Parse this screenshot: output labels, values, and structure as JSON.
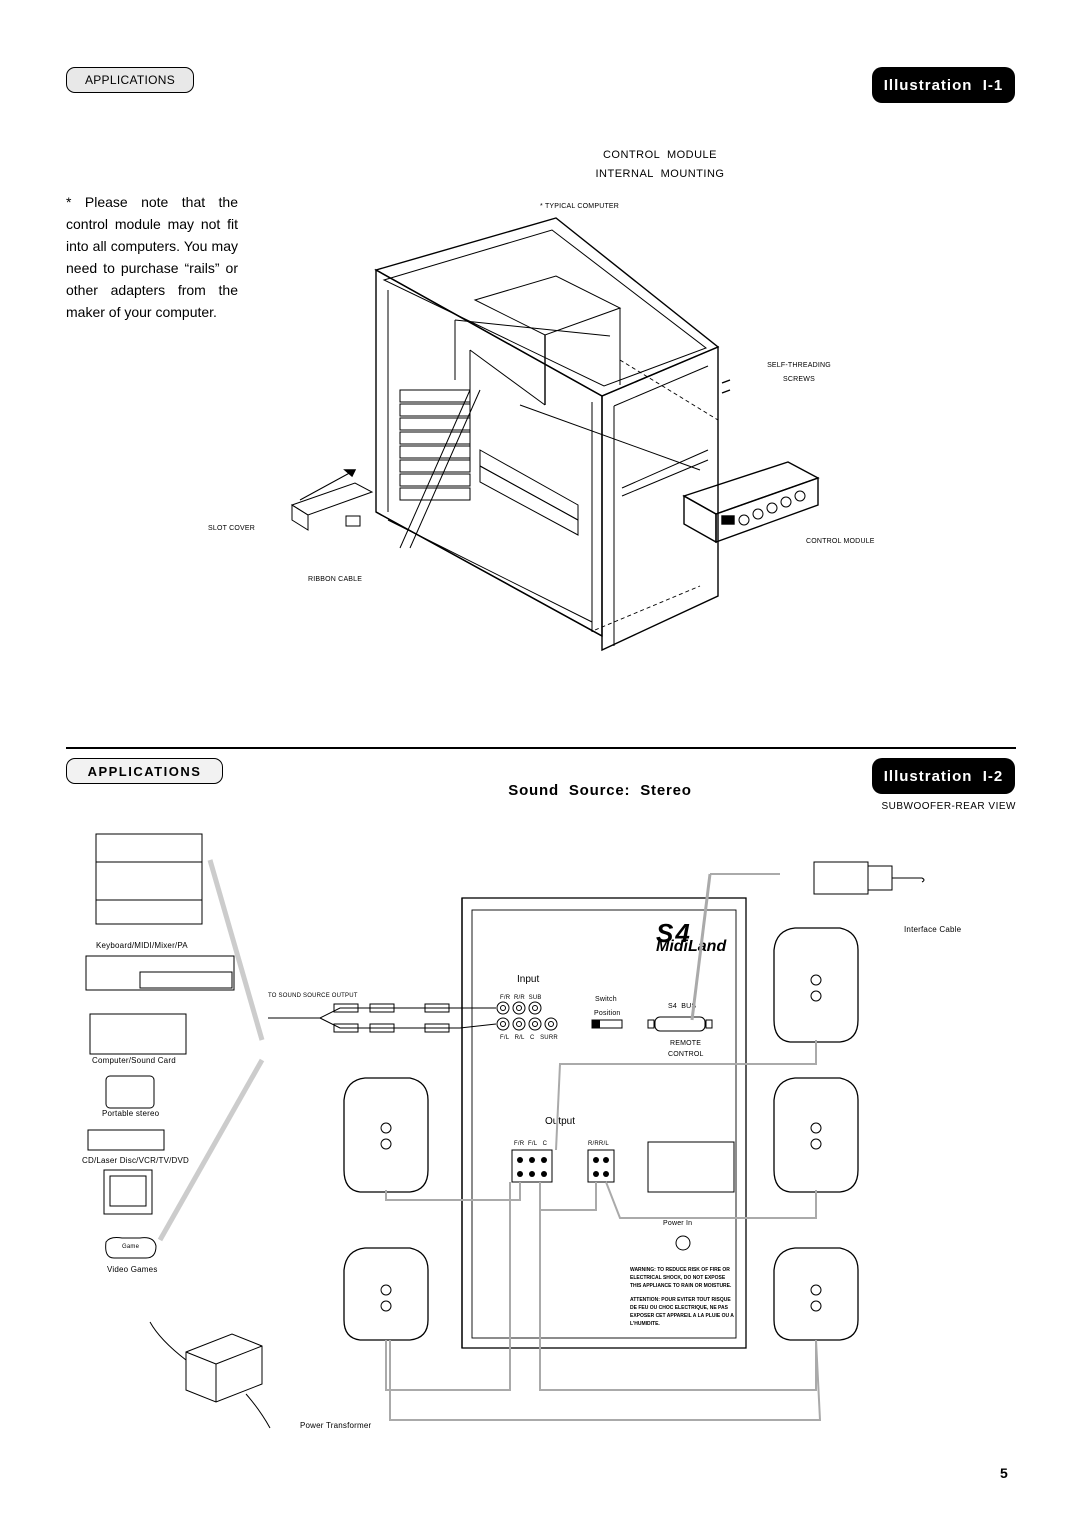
{
  "top": {
    "applications_label": "APPLICATIONS",
    "illustration_label": "Illustration  I-1",
    "title_line1": "CONTROL  MODULE",
    "title_line2": "INTERNAL  MOUNTING",
    "note": "* Please note that the control module may not fit into all computers. You may need to purchase “rails” or other adapters from the maker of your computer.",
    "labels": {
      "typical_computer": "* TYPICAL COMPUTER",
      "self_threading": "SELF-THREADING",
      "screws": "SCREWS",
      "slot_cover": "SLOT COVER",
      "control_module": "CONTROL MODULE",
      "ribbon_cable": "RIBBON CABLE"
    }
  },
  "bottom": {
    "applications_label": "APPLICATIONS",
    "illustration_label": "Illustration  I-2",
    "title": "Sound  Source:  Stereo",
    "subtitle": "SUBWOOFER-REAR VIEW",
    "sources": {
      "keyboard": "Keyboard/MIDI/Mixer/PA",
      "computer": "Computer/Sound Card",
      "portable": "Portable stereo",
      "cd": "CD/Laser Disc/VCR/TV/DVD",
      "games": "Video Games",
      "game_pad": "Game"
    },
    "to_sound_source": "TO SOUND SOURCE OUTPUT",
    "interface_cable": "Interface Cable",
    "power_transformer": "Power Transformer",
    "panel": {
      "logo": "S4",
      "brand": "MidiLand",
      "input": "Input",
      "input_top": "F/R  R/R  SUB",
      "input_bottom": "F/L   R/L   C   SURR",
      "switch": "Switch",
      "position": "Position",
      "s4_bus": "S4  BUS",
      "remote": "REMOTE",
      "control": "CONTROL",
      "output": "Output",
      "output_left": "F/R  F/L   C",
      "output_right": "R/RR/L",
      "power_in": "Power In",
      "warning": "WARNING:  TO REDUCE RISK OF FIRE OR ELECTRICAL SHOCK, DO NOT EXPOSE THIS APPLIANCE TO RAIN OR MOISTURE.",
      "attention": "ATTENTION:  POUR EVITER TOUT RISQUE DE FEU OU CHOC ELECTRIQUE, NE PAS EXPOSER CET APPAREIL A LA PLUIE OU A L'HUMIDITE."
    }
  },
  "page_number": "5"
}
